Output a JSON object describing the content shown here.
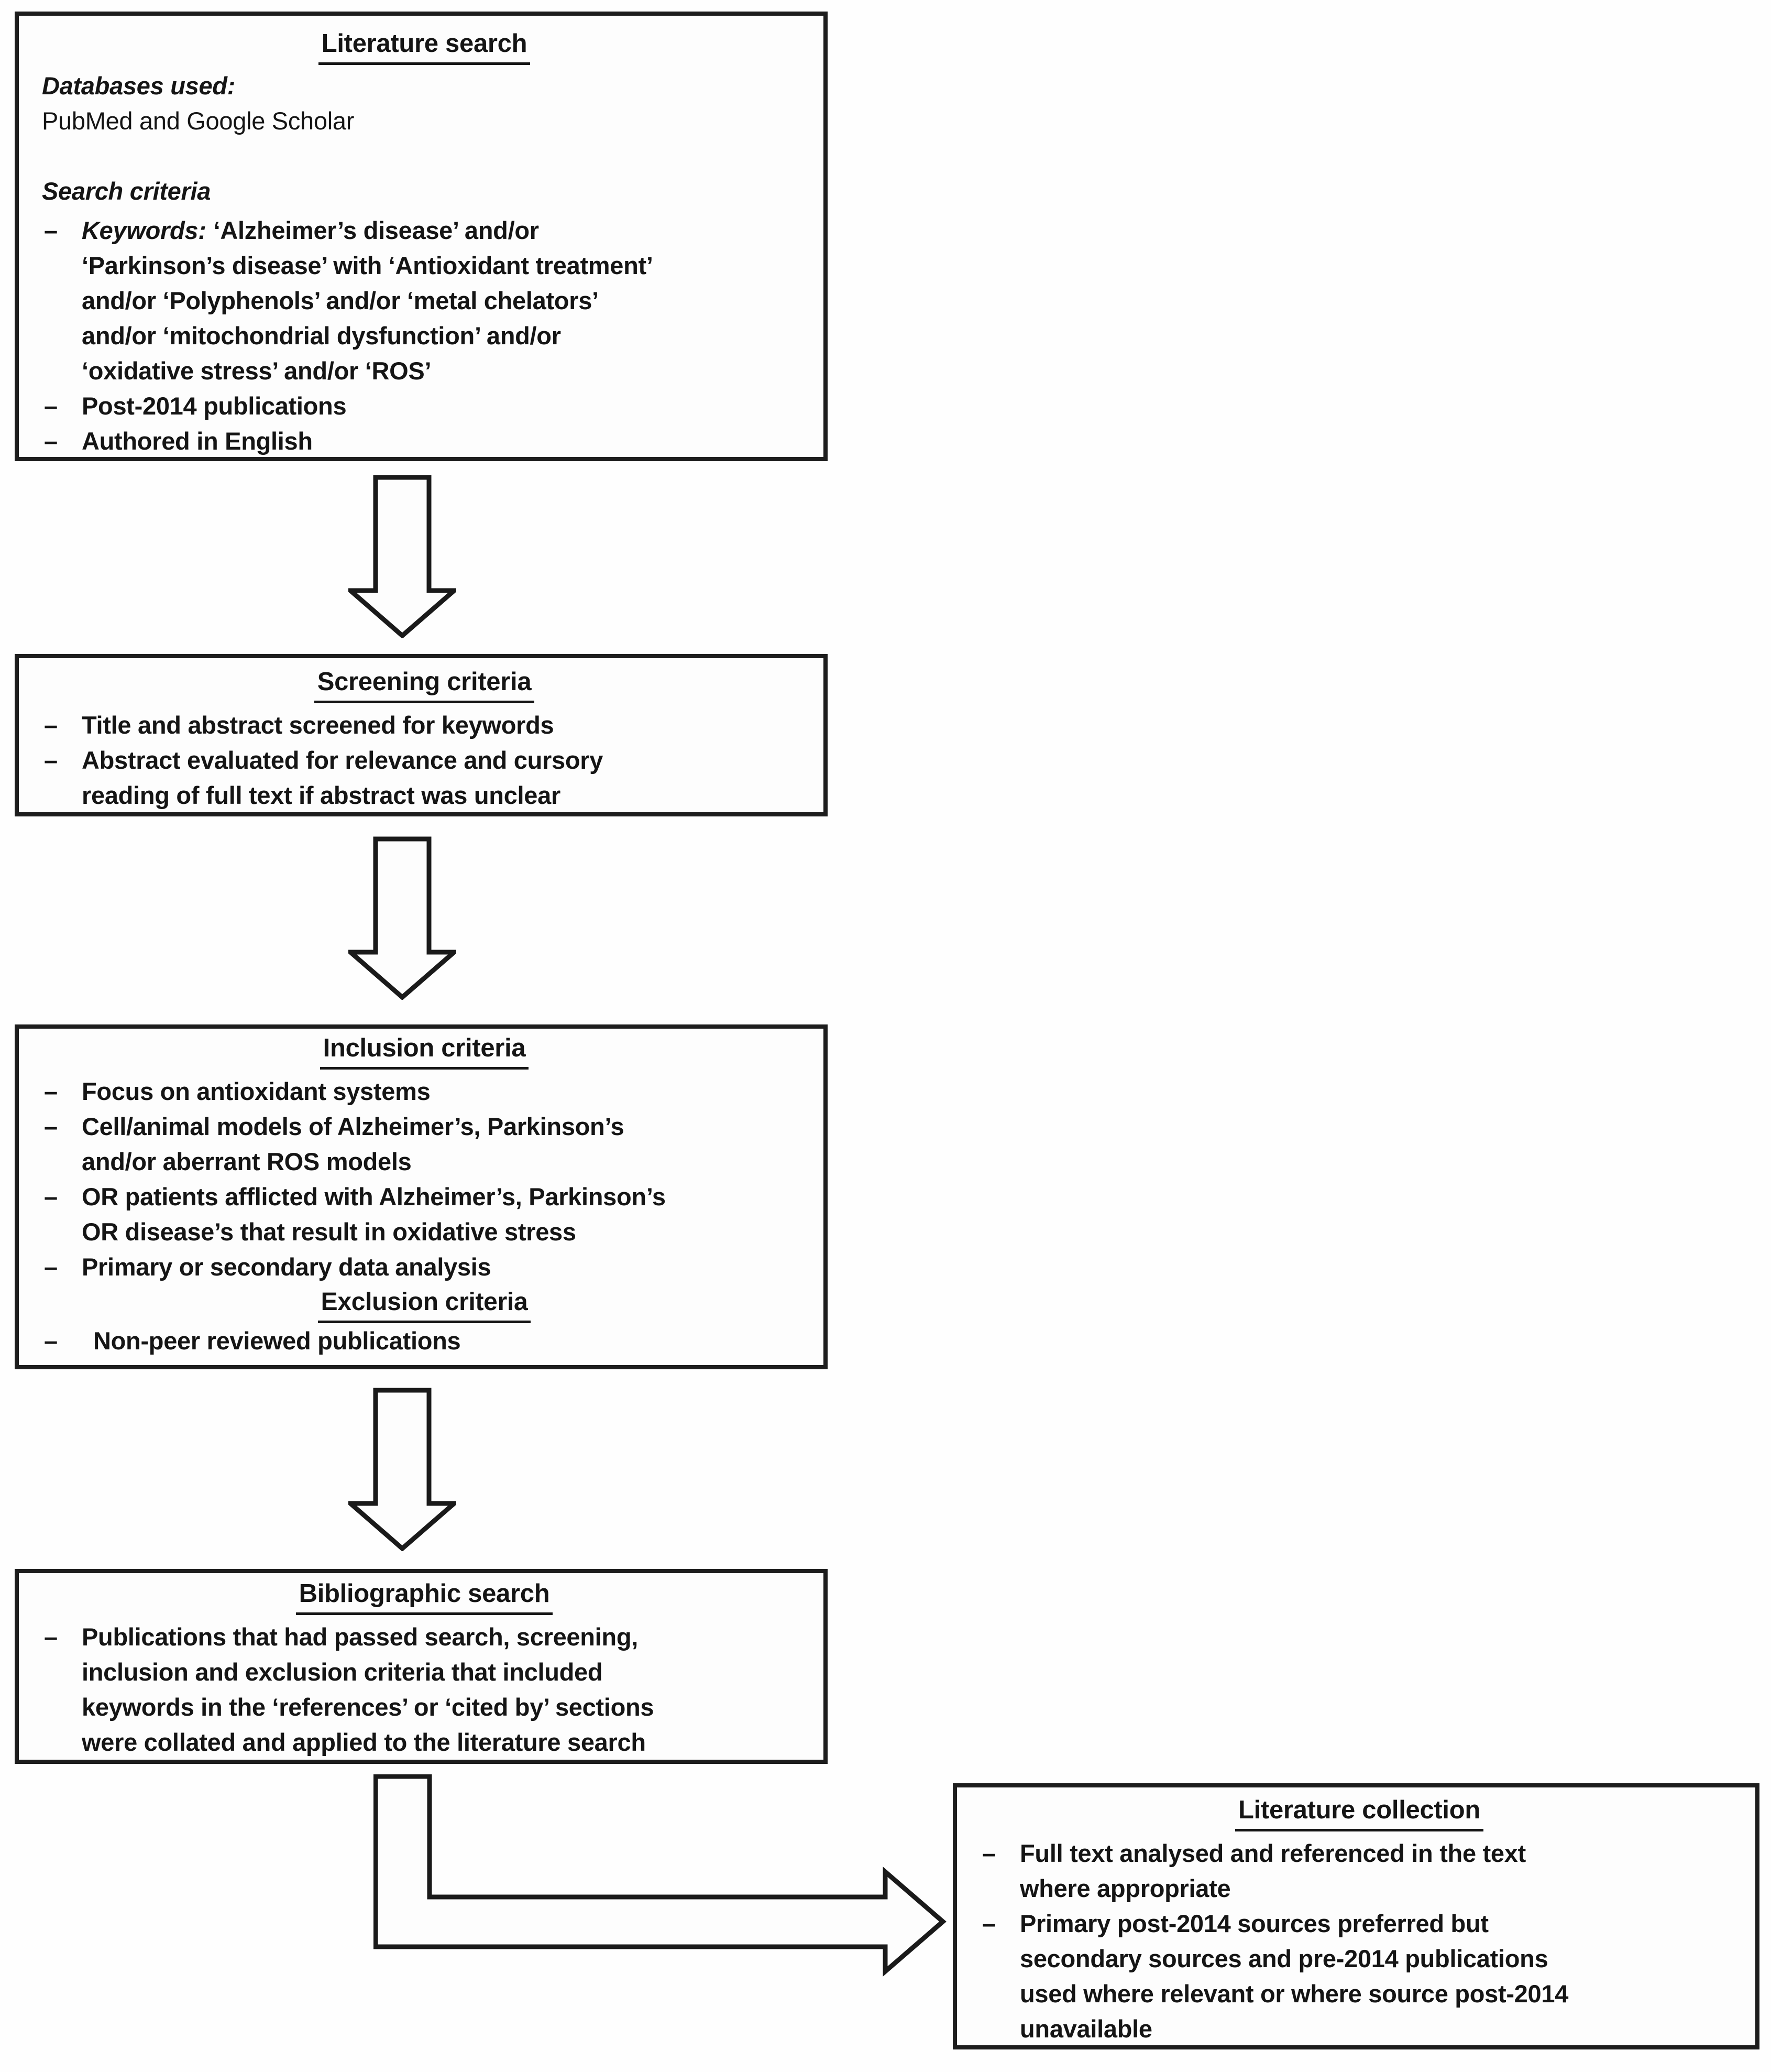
{
  "ui": {
    "bullet_marker": "–"
  },
  "flow": {
    "literature_search": {
      "title": "Literature search",
      "databases_label": "Databases used:",
      "databases_value": "PubMed and Google Scholar",
      "search_criteria_label": "Search criteria",
      "keywords_bullet": {
        "lead": "Keywords:",
        "lines": [
          "‘Alzheimer’s disease’ and/or",
          "‘Parkinson’s disease’ with ‘Antioxidant treatment’",
          "and/or ‘Polyphenols’ and/or ‘metal chelators’",
          "and/or ‘mitochondrial dysfunction’ and/or",
          "‘oxidative stress’ and/or ‘ROS’"
        ]
      },
      "bullet_publications": "Post-2014 publications",
      "bullet_language": "Authored in English"
    },
    "screening_criteria": {
      "title": "Screening criteria",
      "bullet_1": {
        "lines": [
          "Title and abstract screened for keywords"
        ]
      },
      "bullet_2": {
        "lines": [
          "Abstract evaluated for relevance and cursory",
          "reading of full text if abstract was unclear"
        ]
      }
    },
    "inclusion_criteria": {
      "title": "Inclusion criteria",
      "bullet_1": {
        "lines": [
          "Focus on antioxidant systems"
        ]
      },
      "bullet_2": {
        "lines": [
          "Cell/animal models of Alzheimer’s, Parkinson’s",
          "and/or aberrant ROS models"
        ]
      },
      "bullet_3": {
        "lines": [
          "OR patients afflicted with Alzheimer’s, Parkinson’s",
          "OR disease’s that result in oxidative stress"
        ]
      },
      "bullet_4": {
        "lines": [
          "Primary or secondary data analysis"
        ]
      },
      "exclusion_title": "Exclusion criteria",
      "exclusion_bullet_1": {
        "lines": [
          "Non-peer reviewed publications"
        ]
      }
    },
    "bibliographic_search": {
      "title": "Bibliographic search",
      "bullet_1": {
        "lines": [
          "Publications that had passed search, screening,",
          "inclusion and exclusion criteria that included",
          "keywords in the ‘references’ or ‘cited by’ sections",
          "were collated and applied to the literature search"
        ]
      }
    },
    "literature_collection": {
      "title": "Literature collection",
      "bullet_1": {
        "lines": [
          "Full text analysed and referenced in the text",
          "where appropriate"
        ]
      },
      "bullet_2": {
        "lines": [
          "Primary post-2014 sources preferred but",
          "secondary sources and pre-2014 publications",
          "used where relevant or where source post-2014",
          "unavailable"
        ]
      }
    }
  }
}
